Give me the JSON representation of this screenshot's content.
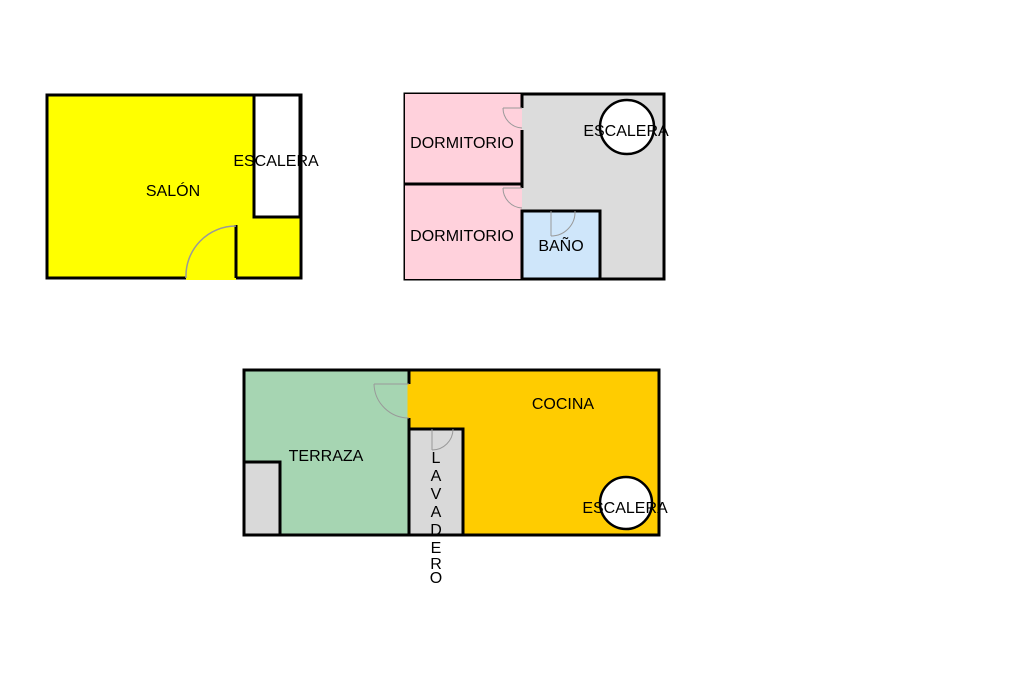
{
  "colors": {
    "salon": "#ffff00",
    "dormitorio": "#ffd1dc",
    "hall": "#dcdcdc",
    "bano": "#cfe6fa",
    "terraza": "#a6d5b2",
    "cocina": "#ffcc00",
    "lavadero": "#d9d9d9",
    "stair_box": "#ffffff",
    "storage": "#d9d9d9",
    "wall": "#000000",
    "door_arc": "#999999"
  },
  "labels": {
    "salon": "SALÓN",
    "escalera_top_left": "ESCALERA",
    "dormitorio_1": "DORMITORIO",
    "dormitorio_2": "DORMITORIO",
    "escalera_top_right": "ESCALERA",
    "bano": "BAÑO",
    "terraza": "TERRAZA",
    "cocina": "COCINA",
    "escalera_bottom": "ESCALERA",
    "lavadero_letters": [
      "L",
      "A",
      "V",
      "A",
      "D",
      "E",
      "R",
      "O"
    ]
  }
}
